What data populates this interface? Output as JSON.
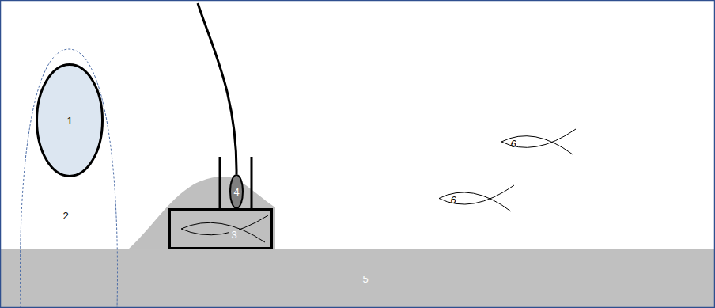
{
  "diagram": {
    "nodes": [
      {
        "text": [
          "2"
        ]
      },
      {
        "text": [
          "1"
        ],
        "in": 0
      },
      {
        "text": [
          "3"
        ]
      },
      {
        "text": [
          "4"
        ]
      },
      {
        "text": [
          "5"
        ]
      },
      {
        "text": [
          "6"
        ]
      },
      {
        "text": [
          "6"
        ]
      }
    ]
  }
}
